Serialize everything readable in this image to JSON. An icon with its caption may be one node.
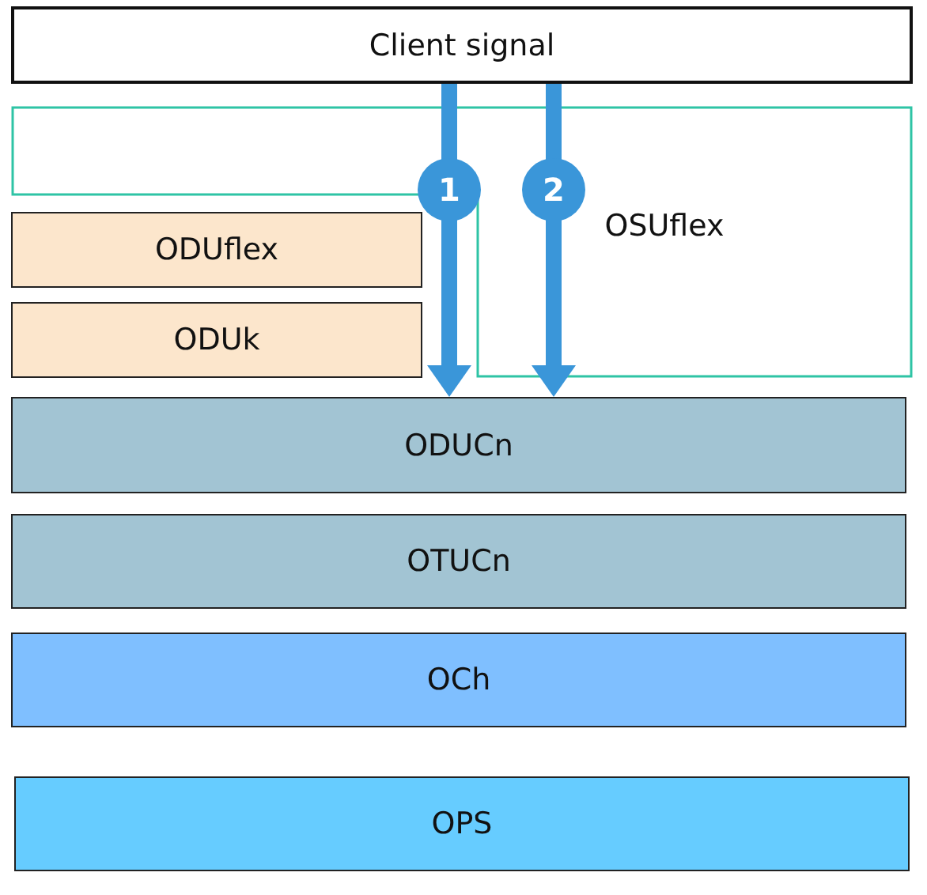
{
  "diagram": {
    "nodes": [
      {
        "text": [
          "Client signal"
        ]
      },
      {
        "text": [
          "OSUflex"
        ]
      },
      {
        "text": [
          "ODUflex"
        ]
      },
      {
        "text": [
          "ODUk"
        ]
      },
      {
        "text": [
          "ODUCn"
        ]
      },
      {
        "text": [
          "OTUCn"
        ]
      },
      {
        "text": [
          "OCh"
        ]
      },
      {
        "text": [
          "OPS"
        ]
      }
    ],
    "edges": [
      {
        "from": 0,
        "to": 4,
        "arrow": "to",
        "label": "1"
      },
      {
        "from": 0,
        "to": 4,
        "arrow": "to",
        "label": "2"
      }
    ]
  }
}
